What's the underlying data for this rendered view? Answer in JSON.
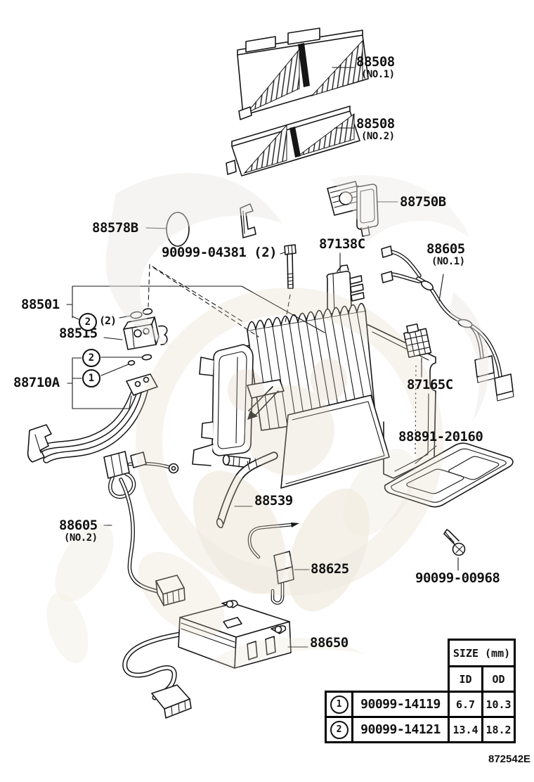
{
  "parts": {
    "filter_no1": {
      "label": "88508",
      "sub": "(NO.1)"
    },
    "filter_no2": {
      "label": "88508",
      "sub": "(NO.2)"
    },
    "resistor": {
      "label": "88750B"
    },
    "oring_plate": {
      "label": "88578B"
    },
    "bolt": {
      "label": "90099-04381 (2)"
    },
    "relay": {
      "label": "87138C"
    },
    "harness_no1": {
      "label": "88605",
      "sub": "(NO.1)"
    },
    "clip_set": {
      "label": "88501"
    },
    "valve": {
      "label": "88515"
    },
    "pipe": {
      "label": "88710A"
    },
    "thermistor_conn": {
      "label": "87165C"
    },
    "tray": {
      "label": "88891-20160"
    },
    "hose": {
      "label": "88539"
    },
    "harness_no2": {
      "label": "88605",
      "sub": "(NO.2)"
    },
    "thermistor": {
      "label": "88625"
    },
    "screw": {
      "label": "90099-00968"
    },
    "amplifier": {
      "label": "88650"
    }
  },
  "callouts": {
    "one": "1",
    "two": "2",
    "qty_two": "(2)"
  },
  "size_table": {
    "title": "SIZE (mm)",
    "col_id": "ID",
    "col_od": "OD",
    "rows": [
      {
        "ref": "1",
        "part_no": "90099-14119",
        "id_mm": "6.7",
        "od_mm": "10.3"
      },
      {
        "ref": "2",
        "part_no": "90099-14121",
        "id_mm": "13.4",
        "od_mm": "18.2"
      }
    ]
  },
  "footer": {
    "drawing_code": "872542E"
  }
}
